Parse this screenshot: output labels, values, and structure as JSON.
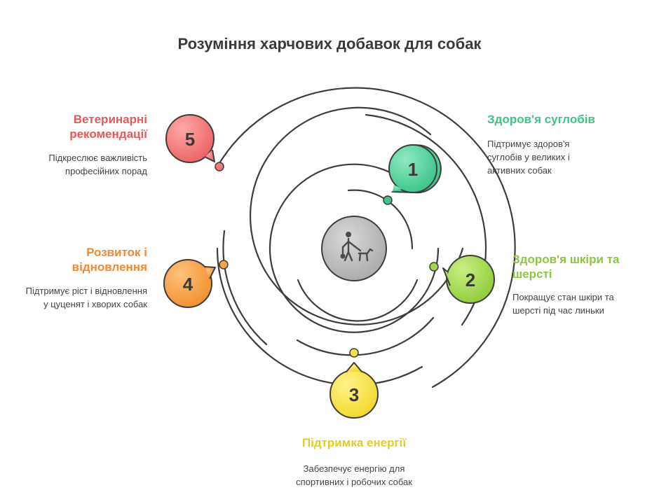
{
  "title": "Розуміння харчових добавок для собак",
  "center_icon": "person-walking-dog-icon",
  "items": [
    {
      "number": "1",
      "title": "Здоров'я суглобів",
      "description": "Підтримує здоров'я суглобів у великих і активних собак",
      "color": "#4fd09a",
      "dark": "#2fae7a"
    },
    {
      "number": "2",
      "title": "Здоров'я шкіри та шерсті",
      "description": "Покращує стан шкіри та шерсті під час линьки",
      "color": "#9fd84a",
      "dark": "#7cbf2e"
    },
    {
      "number": "3",
      "title": "Підтримка енергії",
      "description": "Забезпечує енергію для спортивних і робочих собак",
      "color": "#f6e04a",
      "dark": "#e0c81c"
    },
    {
      "number": "4",
      "title": "Розвиток і відновлення",
      "description": "Підтримує ріст і відновлення у цуценят і хворих собак",
      "color": "#f7a346",
      "dark": "#e7852a"
    },
    {
      "number": "5",
      "title": "Ветеринарні рекомендації",
      "description": "Підкреслює важливість професійних порад",
      "color": "#f07a7a",
      "dark": "#e05a5a"
    }
  ]
}
